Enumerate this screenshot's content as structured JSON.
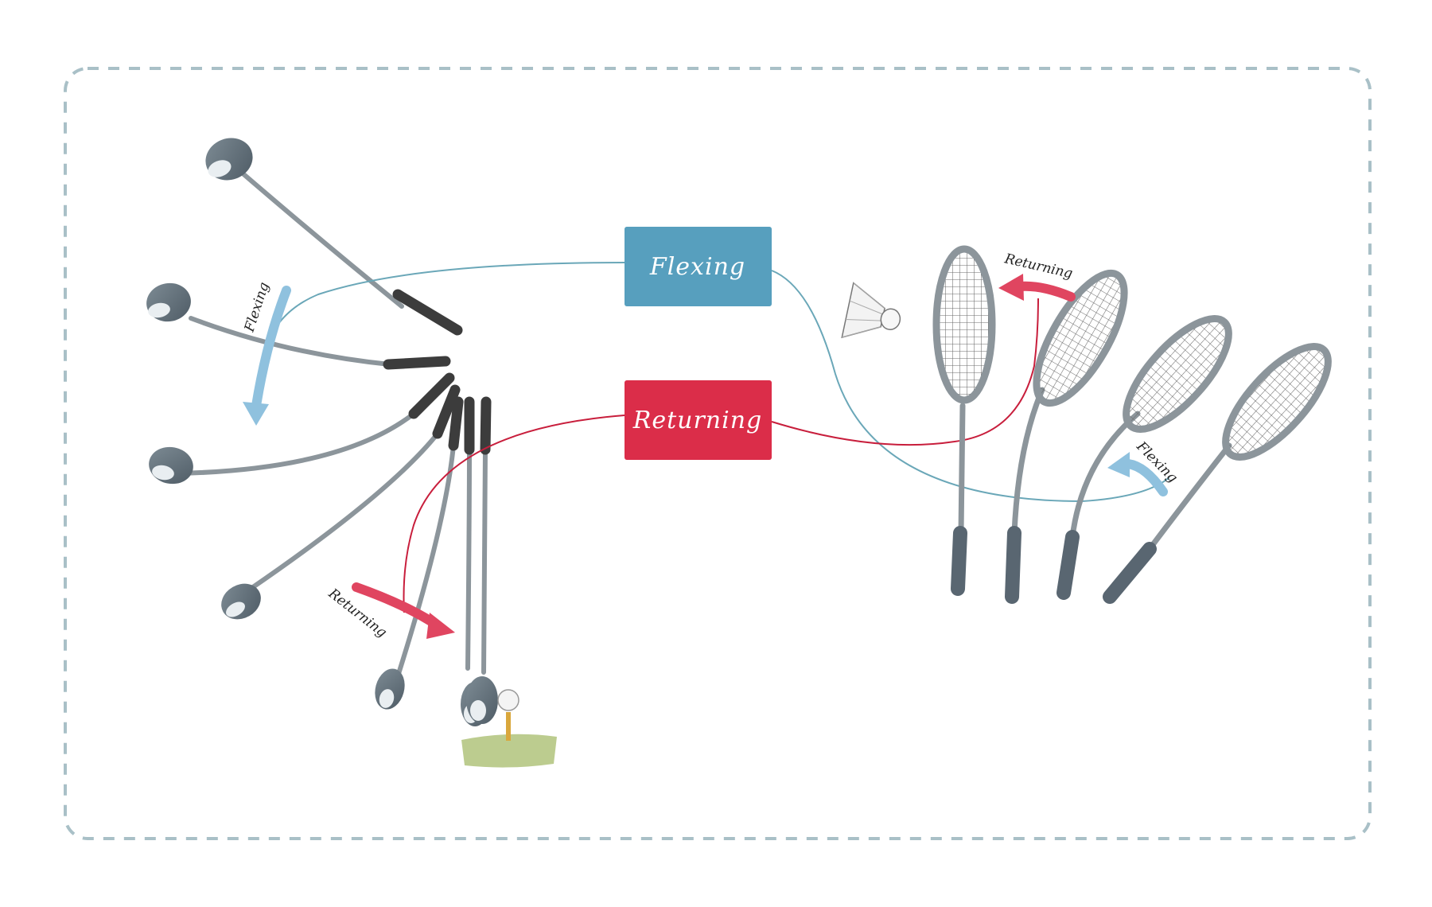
{
  "diagram": {
    "flex_box": {
      "label": "Flexing",
      "color": "#4a95b5"
    },
    "return_box": {
      "label": "Returning",
      "color": "#d6223e"
    },
    "golf_flex_arrow": {
      "label": "Flexing",
      "color": "#8fc1de"
    },
    "golf_return_arrow": {
      "label": "Returning",
      "color": "#e04560"
    },
    "racket_return_arrow": {
      "label": "Returning",
      "color": "#e04560"
    },
    "racket_flex_arrow": {
      "label": "Flexing",
      "color": "#8fc1de"
    },
    "connector_colors": {
      "flex": "#6aa7b8",
      "return": "#c81e3c"
    },
    "border_color": "#a9c0c7",
    "icons": [
      "golf-club-icon",
      "badminton-racket-icon",
      "shuttlecock-icon",
      "golf-ball-icon",
      "golf-tee-icon",
      "grass-patch-icon"
    ]
  }
}
